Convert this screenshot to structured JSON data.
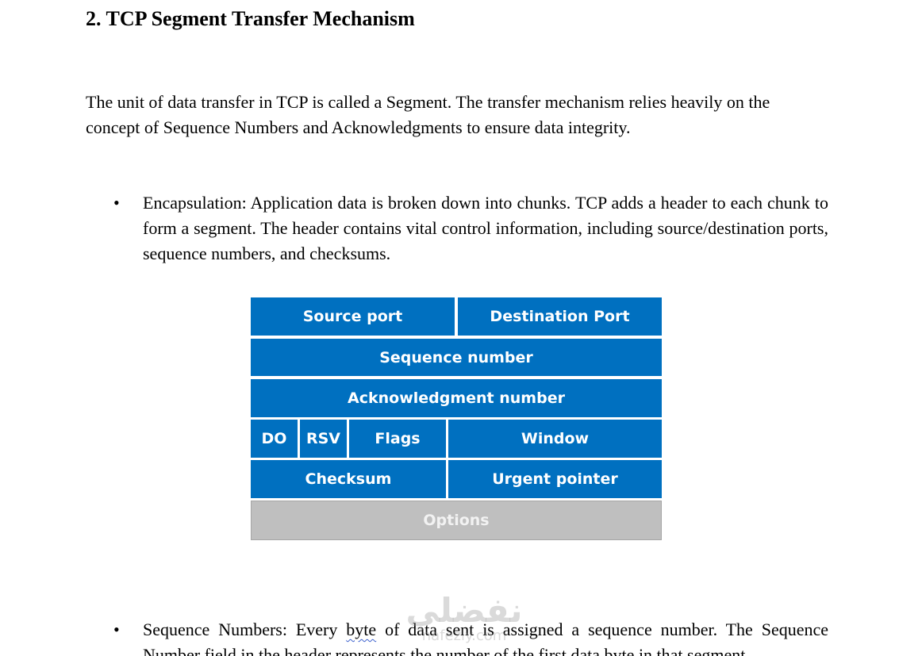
{
  "heading": "2. TCP Segment Transfer Mechanism",
  "intro": "The unit of data transfer in TCP is called a Segment. The transfer mechanism relies heavily on the concept of Sequence Numbers and Acknowledgments to ensure data integrity.",
  "bullets": [
    {
      "marker": "•",
      "text": "Encapsulation: Application data is broken down into chunks. TCP adds a header to each chunk to form a segment. The header contains vital control information, including source/destination ports, sequence numbers, and checksums."
    },
    {
      "marker": "•",
      "text_before": "Sequence Numbers: Every ",
      "misspelled_word": "byte",
      "text_after": " of data sent is assigned a sequence number. The Sequence Number field in the header represents the number of the first data byte in that segment."
    }
  ],
  "diagram": {
    "colors": {
      "field": "#0070c0",
      "options": "#bfbfbf",
      "text": "#ffffff"
    },
    "fields": {
      "source_port": "Source port",
      "destination_port": "Destination Port",
      "sequence_number": "Sequence number",
      "acknowledgment_number": "Acknowledgment number",
      "data_offset": "DO",
      "reserved": "RSV",
      "flags": "Flags",
      "window": "Window",
      "checksum": "Checksum",
      "urgent_pointer": "Urgent pointer",
      "options": "Options"
    }
  },
  "watermark": {
    "logo_text": "نفضلي",
    "site": "nafezly.com"
  }
}
